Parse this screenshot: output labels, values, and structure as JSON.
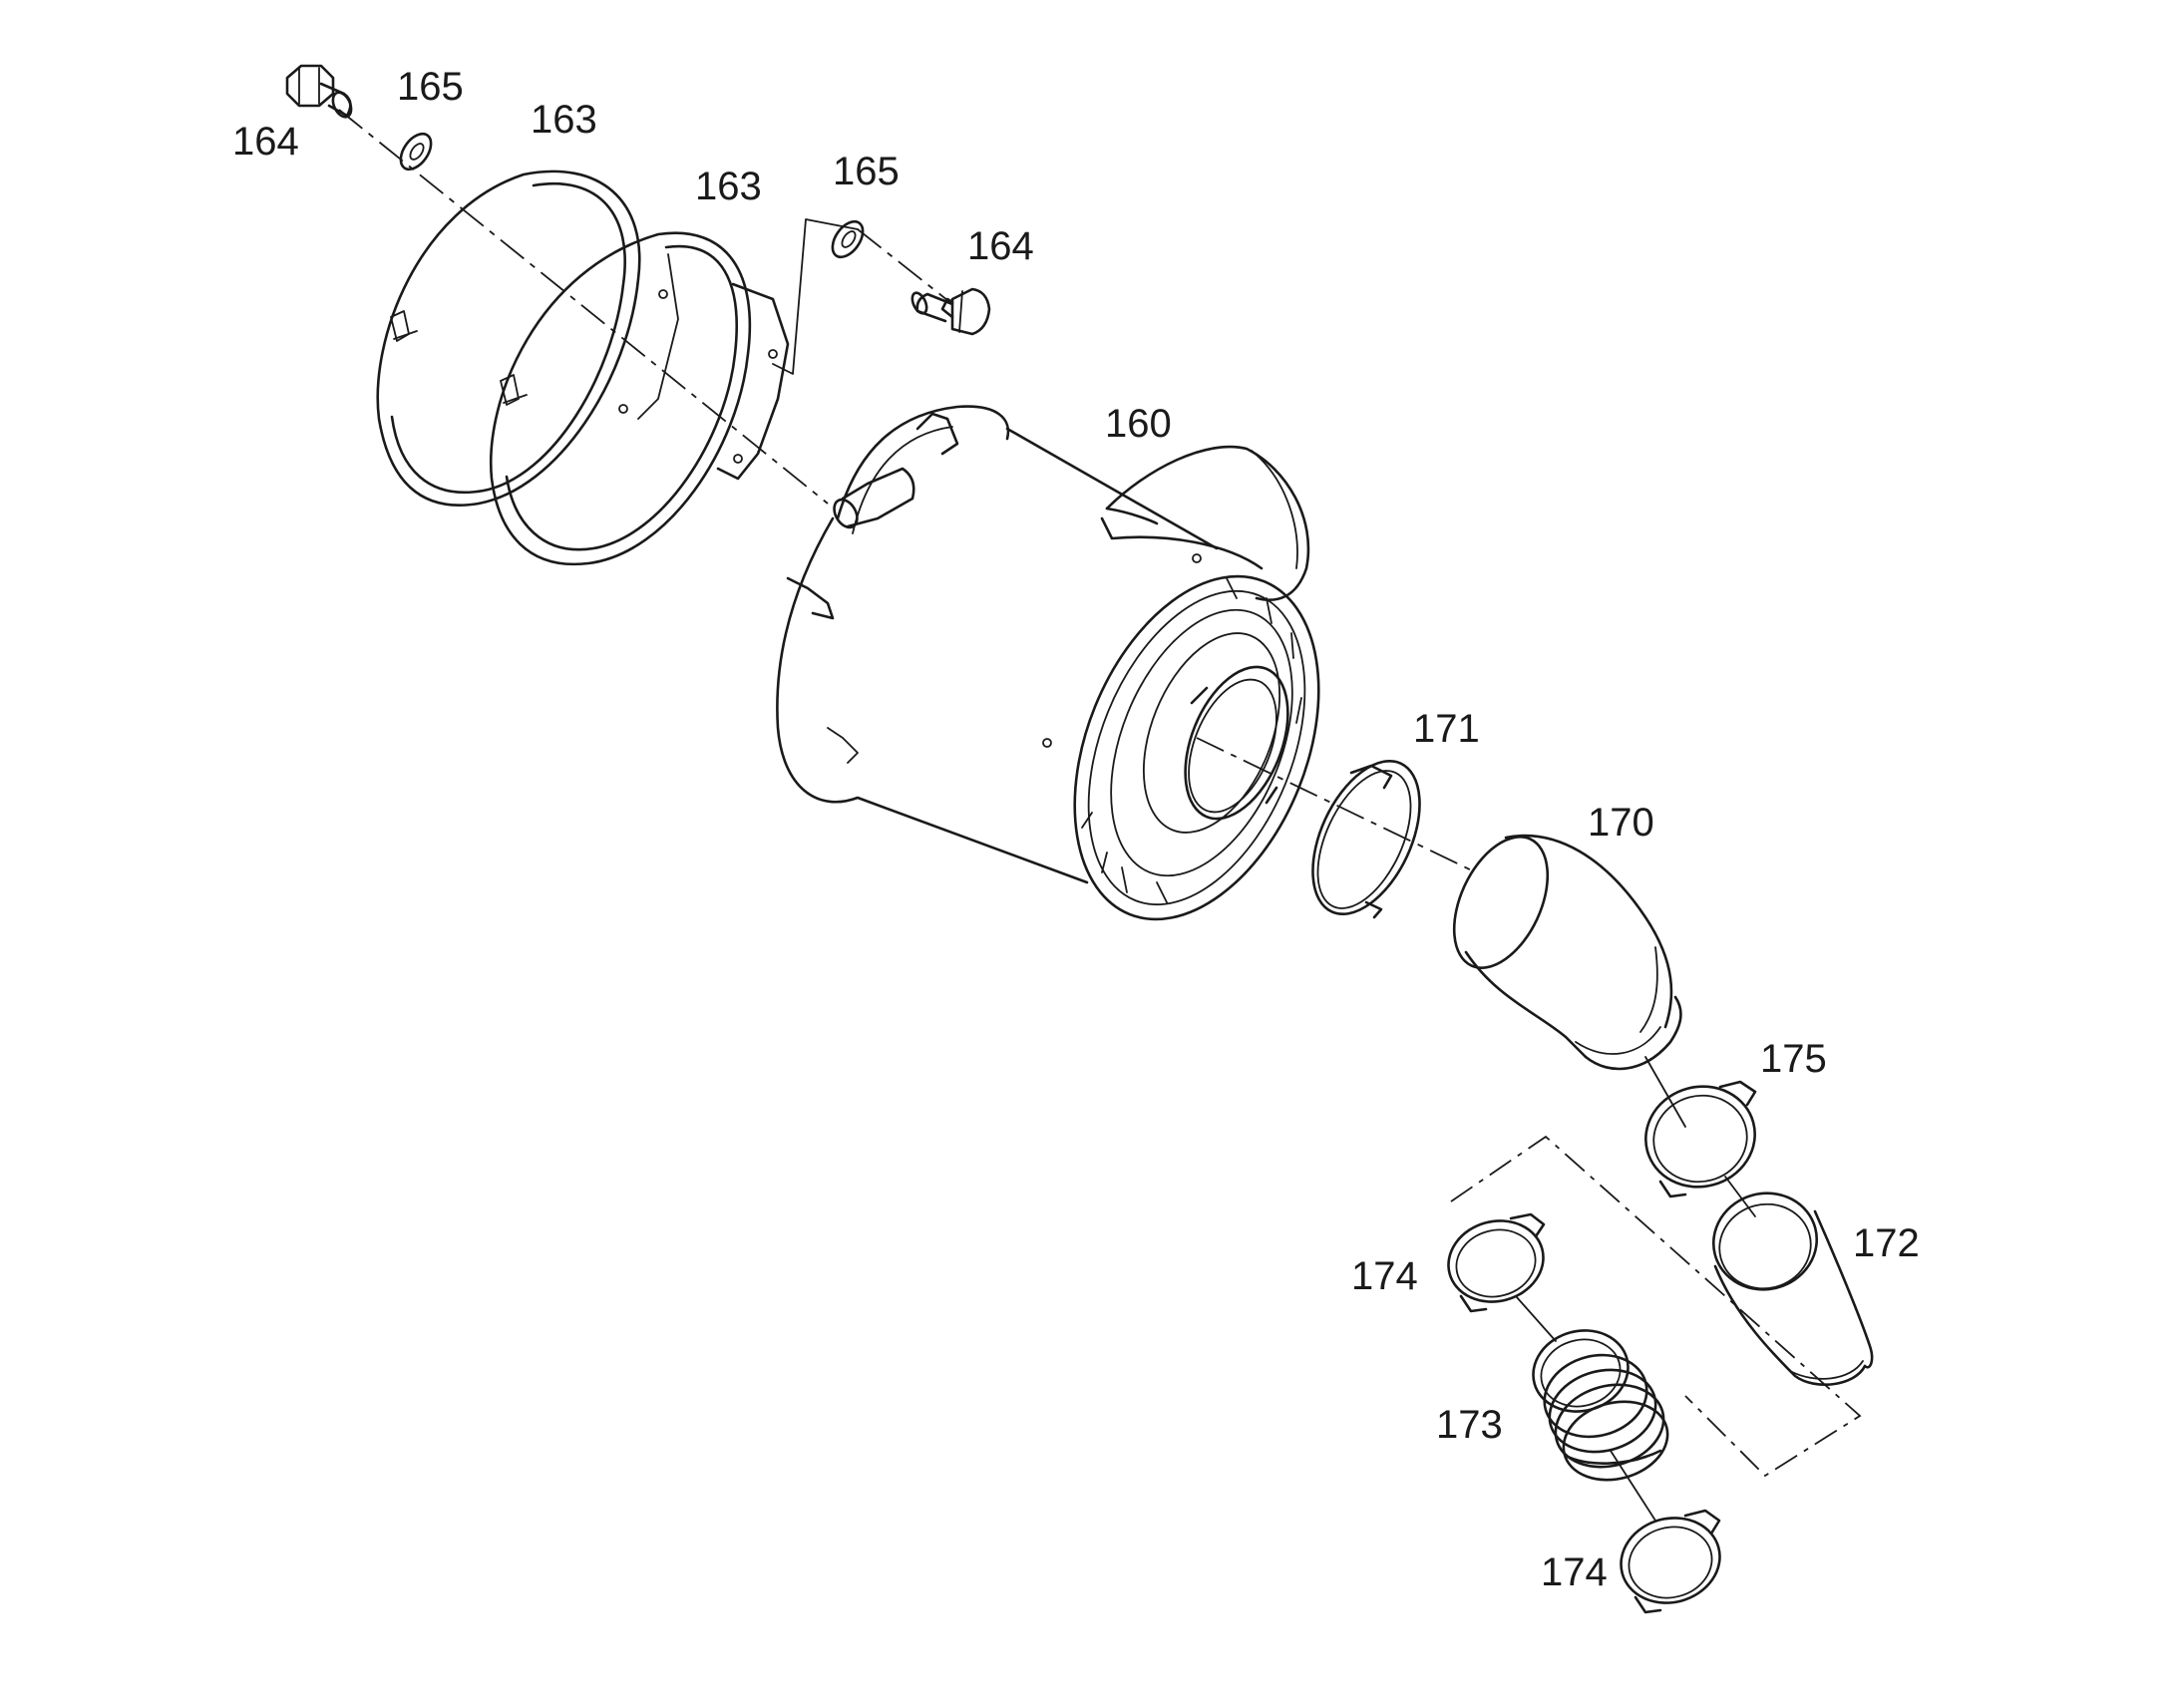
{
  "colors": {
    "line": "#1a1a1a",
    "background": "#ffffff"
  },
  "labels": {
    "bolt_top_left": "164",
    "washer_top_left": "165",
    "strap_outer": "163",
    "strap_inner": "163",
    "washer_right": "165",
    "bolt_right": "164",
    "filter_housing": "160",
    "clamp_outlet": "171",
    "elbow_hose": "170",
    "clamp_lower": "175",
    "reducer_hose": "172",
    "clamp_bellows_top": "174",
    "bellows": "173",
    "clamp_bellows_bottom": "174"
  }
}
